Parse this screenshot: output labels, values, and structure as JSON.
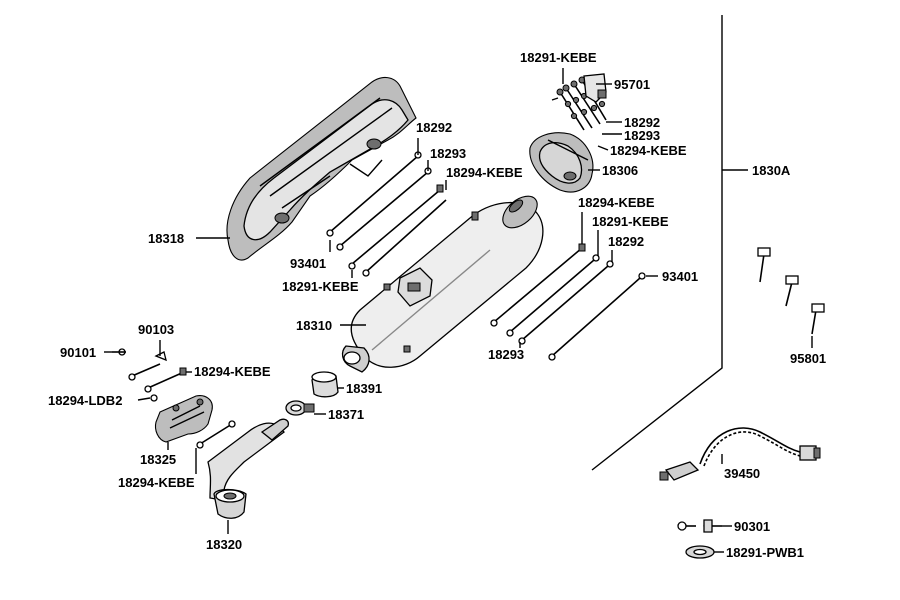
{
  "labels": {
    "p18291_kebe_top": "18291-KEBE",
    "p95701": "95701",
    "p18292_right": "18292",
    "p18293_right": "18293",
    "p18294_kebe_right": "18294-KEBE",
    "p18306": "18306",
    "p1830A": "1830A",
    "p18292_mid": "18292",
    "p18293_mid": "18293",
    "p18294_kebe_mid": "18294-KEBE",
    "p18318": "18318",
    "p93401_left": "93401",
    "p18291_kebe_left": "18291-KEBE",
    "p18294_kebe_side": "18294-KEBE",
    "p18291_kebe_side": "18291-KEBE",
    "p18292_side": "18292",
    "p93401_side": "93401",
    "p18310": "18310",
    "p18293_bottom": "18293",
    "p95801": "95801",
    "p90103": "90103",
    "p90101": "90101",
    "p18294_kebe_guard": "18294-KEBE",
    "p18391": "18391",
    "p18294_ldb2": "18294-LDB2",
    "p18371": "18371",
    "p18325": "18325",
    "p18294_kebe_pipe": "18294-KEBE",
    "p39450": "39450",
    "p18320": "18320",
    "p90301": "90301",
    "p18291_pwb1": "18291-PWB1"
  }
}
